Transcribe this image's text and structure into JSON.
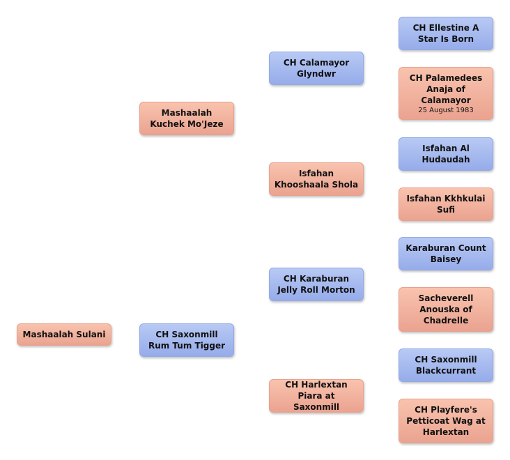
{
  "pedigree": {
    "subject": {
      "name": "Mashaalah Sulani",
      "sex": "female"
    },
    "sire": {
      "name": "CH Saxonmill Rum Tum Tigger",
      "sex": "male"
    },
    "dam": {
      "name": "Mashaalah Kuchek Mo'Jeze",
      "sex": "female"
    },
    "dam_sire": {
      "name": "CH Calamayor Glyndwr",
      "sex": "male"
    },
    "dam_dam": {
      "name": "Isfahan Khooshaala Shola",
      "sex": "female"
    },
    "sire_sire": {
      "name": "CH Karaburan Jelly Roll Morton",
      "sex": "male"
    },
    "sire_dam": {
      "name": "CH Harlextan Piara at Saxonmill",
      "sex": "female"
    },
    "dam_sire_sire": {
      "name": "CH Ellestine A Star Is Born",
      "sex": "male"
    },
    "dam_sire_dam": {
      "name": "CH Palamedees Anaja of Calamayor",
      "date": "25 August 1983",
      "sex": "female"
    },
    "dam_dam_sire": {
      "name": "Isfahan Al Hudaudah",
      "sex": "male"
    },
    "dam_dam_dam": {
      "name": "Isfahan Kkhkulai Sufi",
      "sex": "female"
    },
    "sire_sire_sire": {
      "name": "Karaburan Count Baisey",
      "sex": "male"
    },
    "sire_sire_dam": {
      "name": "Sacheverell Anouska of Chadrelle",
      "sex": "female"
    },
    "sire_dam_sire": {
      "name": "CH Saxonmill Blackcurrant",
      "sex": "male"
    },
    "sire_dam_dam": {
      "name": "CH Playfere's Petticoat Wag at Harlextan",
      "sex": "female"
    }
  },
  "colors": {
    "female": "#f4b4a0",
    "male": "#a7bbef"
  }
}
